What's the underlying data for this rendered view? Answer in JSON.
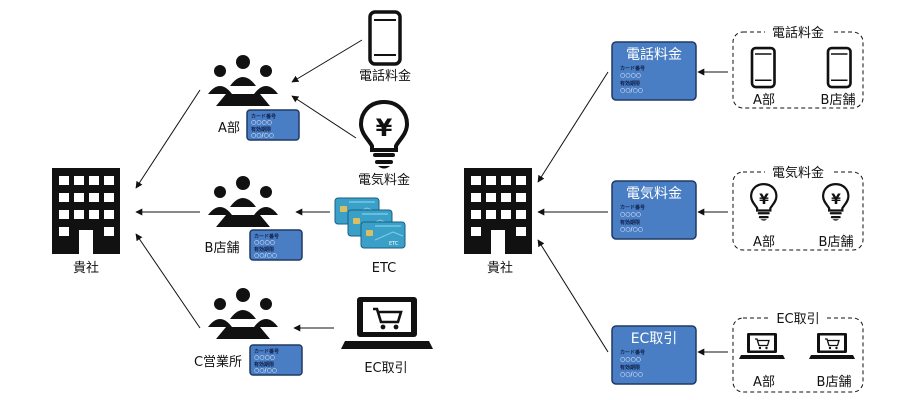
{
  "left": {
    "company": "貴社",
    "branches": [
      {
        "label": "A部"
      },
      {
        "label": "B店舗"
      },
      {
        "label": "C営業所"
      }
    ],
    "sources": [
      {
        "label": "電話料金"
      },
      {
        "label": "電気料金"
      },
      {
        "label": "ETC"
      },
      {
        "label": "EC取引"
      }
    ]
  },
  "card_text": {
    "line1": "カード番号",
    "line2": "○○○○",
    "line3": "有効期限",
    "line4": "○○/○○"
  },
  "right": {
    "company": "貴社",
    "groups": [
      {
        "card_title": "電話料金",
        "group_title": "電話料金",
        "members": [
          "A部",
          "B店舗"
        ]
      },
      {
        "card_title": "電気料金",
        "group_title": "電気料金",
        "members": [
          "A部",
          "B店舗"
        ]
      },
      {
        "card_title": "EC取引",
        "group_title": "EC取引",
        "members": [
          "A部",
          "B店舗"
        ]
      }
    ]
  },
  "icon_text": {
    "yen": "¥"
  },
  "colors": {
    "card_fill": "#4a7ec4",
    "card_border": "#1f3864",
    "icon": "#111111",
    "etc_card": "#3aa0c8"
  }
}
